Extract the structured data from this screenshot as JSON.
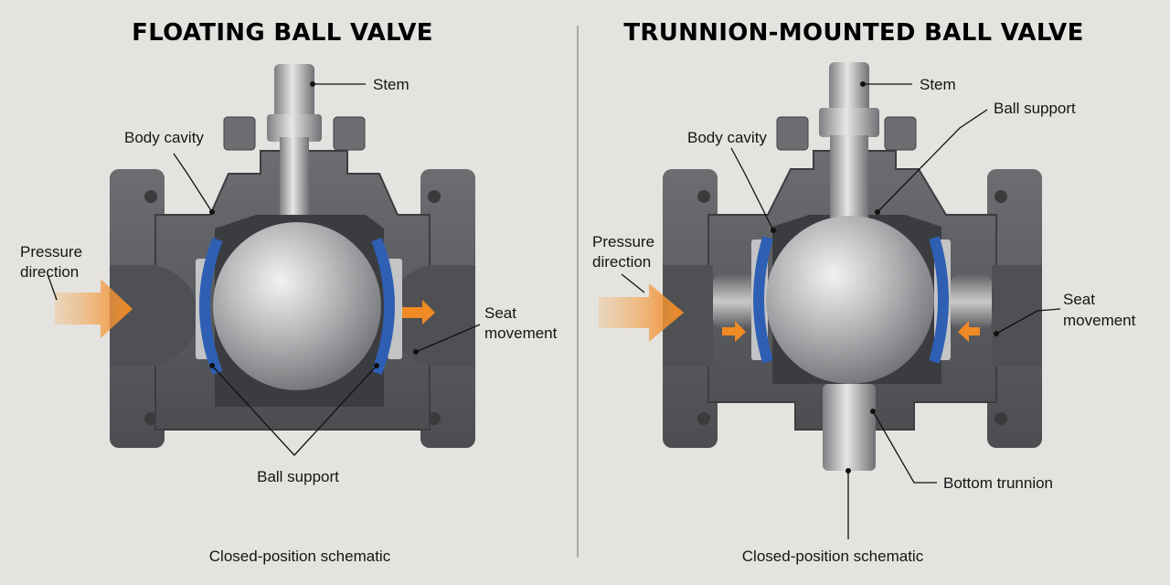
{
  "left": {
    "title": "FLOATING BALL VALVE",
    "labels": {
      "stem": "Stem",
      "body_cavity": "Body cavity",
      "pressure_line1": "Pressure",
      "pressure_line2": "direction",
      "seat_line1": "Seat",
      "seat_line2": "movement",
      "ball_support": "Ball support"
    },
    "caption": "Closed-position schematic"
  },
  "right": {
    "title": "TRUNNION-MOUNTED BALL VALVE",
    "labels": {
      "stem": "Stem",
      "ball_support": "Ball support",
      "body_cavity": "Body cavity",
      "pressure_line1": "Pressure",
      "pressure_line2": "direction",
      "seat_line1": "Seat",
      "seat_line2": "movement",
      "bottom_trunnion": "Bottom trunnion"
    },
    "caption": "Closed-position schematic"
  },
  "colors": {
    "background": "#e4e3df",
    "body_metal": "#5a5c5f",
    "seat_blue": "#2f5fb3",
    "arrow_orange": "#f08a24",
    "ball_steel": "#b9bbbd"
  }
}
